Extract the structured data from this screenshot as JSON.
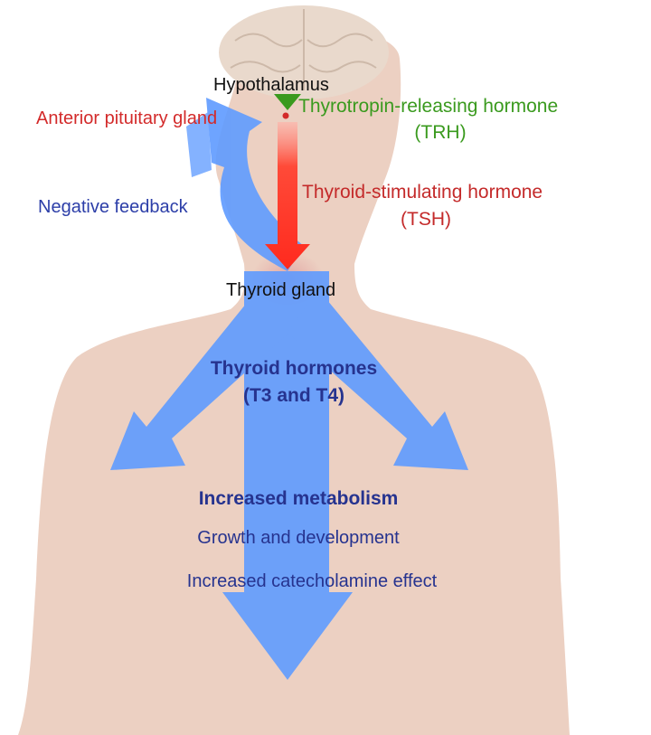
{
  "labels": {
    "hypothalamus": "Hypothalamus",
    "anterior_pituitary": "Anterior pituitary gland",
    "trh_name": "Thyrotropin-releasing hormone",
    "trh_abbr": "(TRH)",
    "negative_feedback": "Negative feedback",
    "tsh_name": "Thyroid-stimulating hormone",
    "tsh_abbr": "(TSH)",
    "thyroid_gland": "Thyroid gland",
    "hormones_title": "Thyroid hormones",
    "hormones_sub": "(T3 and T4)",
    "effect_1": "Increased metabolism",
    "effect_2": "Growth and development",
    "effect_3": "Increased catecholamine effect"
  },
  "colors": {
    "skin": "#ecd0c2",
    "brain": "#e9d9cc",
    "hormone_arrows": "#5f9bff",
    "tsh_arrow": "#ff2a1e",
    "trh_green": "#3a9a1e",
    "pituitary_red": "#d32a2a",
    "navy_text": "#26338f",
    "feedback_text": "#2c3ea8",
    "black_text": "#111111"
  }
}
